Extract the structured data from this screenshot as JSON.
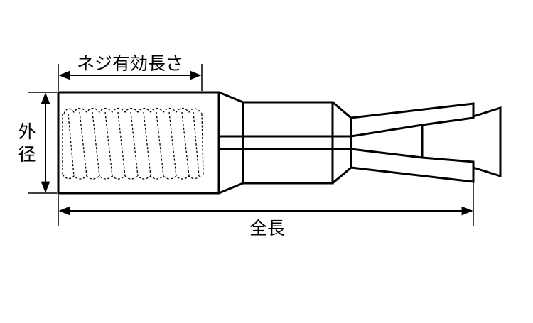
{
  "diagram": {
    "labels": {
      "thread_length": "ネジ有効長さ",
      "outer_diameter_1": "外",
      "outer_diameter_2": "径",
      "total_length": "全長"
    },
    "colors": {
      "line": "#000000",
      "background": "#ffffff"
    }
  }
}
